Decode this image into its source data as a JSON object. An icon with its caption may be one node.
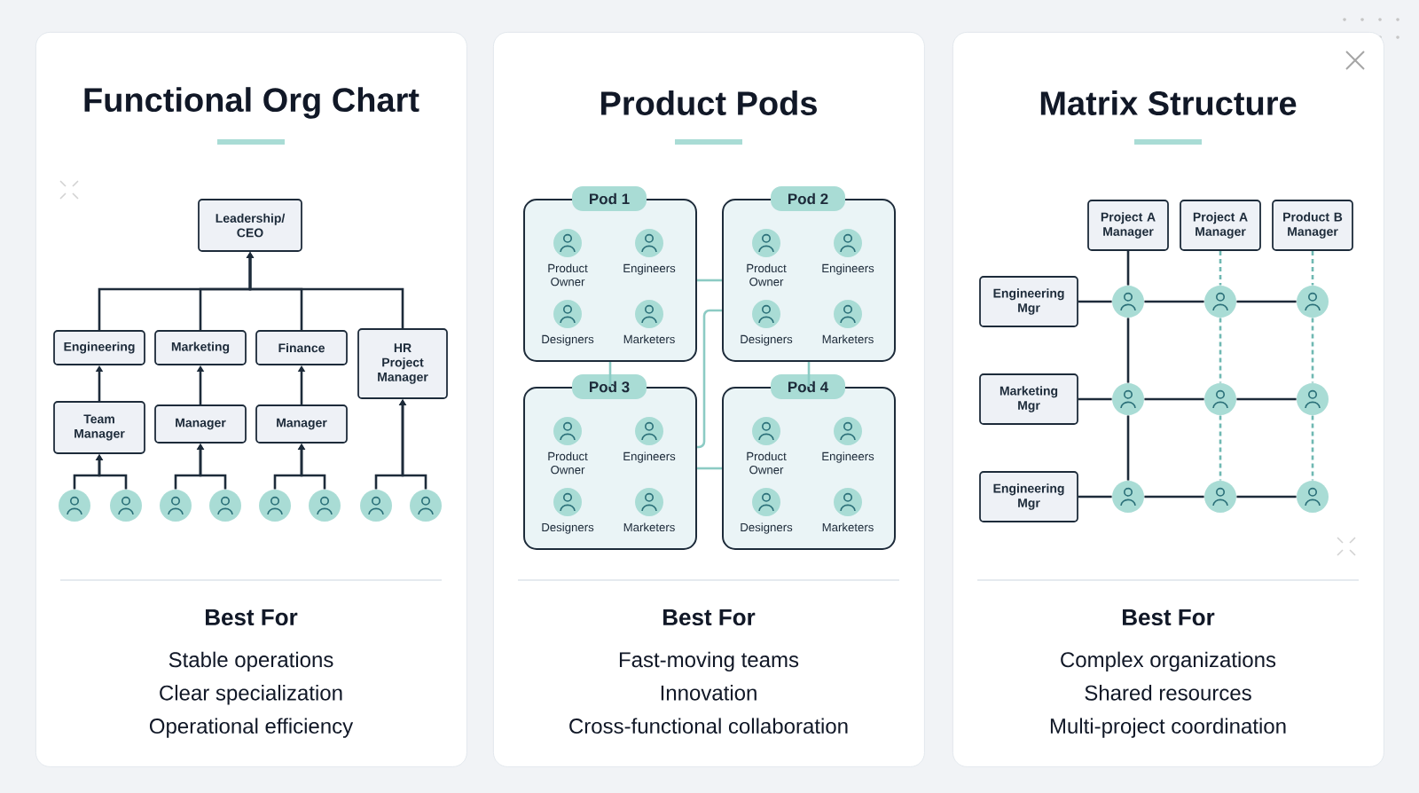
{
  "diagram": {
    "nodes": [
      {
        "text": [
          "Functional Org Chart",
          "Best For",
          "Stable operations",
          "Clear specialization",
          "Operational efficiency"
        ]
      },
      {
        "text": [
          "Leadership/ CEO"
        ],
        "in": 0
      },
      {
        "text": [
          "Engineering"
        ],
        "in": 0
      },
      {
        "text": [
          "Marketing"
        ],
        "in": 0
      },
      {
        "text": [
          "Finance"
        ],
        "in": 0
      },
      {
        "text": [
          "HR Project Manager"
        ],
        "in": 0
      },
      {
        "text": [
          "Team Manager"
        ],
        "in": 0
      },
      {
        "text": [
          "Manager"
        ],
        "in": 0
      },
      {
        "text": [
          "Manager"
        ],
        "in": 0
      },
      {
        "text": [],
        "shape": "person",
        "in": 0
      },
      {
        "text": [],
        "shape": "person",
        "in": 0
      },
      {
        "text": [],
        "shape": "person",
        "in": 0
      },
      {
        "text": [],
        "shape": "person",
        "in": 0
      },
      {
        "text": [],
        "shape": "person",
        "in": 0
      },
      {
        "text": [],
        "shape": "person",
        "in": 0
      },
      {
        "text": [],
        "shape": "person",
        "in": 0
      },
      {
        "text": [],
        "shape": "person",
        "in": 0
      },
      {
        "text": [
          "Product Pods",
          "Best For",
          "Fast-moving teams",
          "Innovation",
          "Cross-functional collaboration"
        ]
      },
      {
        "text": [
          "Pod 1"
        ],
        "in": 17
      },
      {
        "text": [
          "Product Owner"
        ],
        "in": 18
      },
      {
        "text": [
          "Engineers"
        ],
        "in": 18
      },
      {
        "text": [
          "Designers"
        ],
        "in": 18
      },
      {
        "text": [
          "Marketers"
        ],
        "in": 18
      },
      {
        "text": [
          "Pod 2"
        ],
        "in": 17
      },
      {
        "text": [
          "Product Owner"
        ],
        "in": 23
      },
      {
        "text": [
          "Engineers"
        ],
        "in": 23
      },
      {
        "text": [
          "Designers"
        ],
        "in": 23
      },
      {
        "text": [
          "Marketers"
        ],
        "in": 23
      },
      {
        "text": [
          "Pod 3"
        ],
        "in": 17
      },
      {
        "text": [
          "Product Owner"
        ],
        "in": 28
      },
      {
        "text": [
          "Engineers"
        ],
        "in": 28
      },
      {
        "text": [
          "Designers"
        ],
        "in": 28
      },
      {
        "text": [
          "Marketers"
        ],
        "in": 28
      },
      {
        "text": [
          "Pod 4"
        ],
        "in": 17
      },
      {
        "text": [
          "Product Owner"
        ],
        "in": 33
      },
      {
        "text": [
          "Engineers"
        ],
        "in": 33
      },
      {
        "text": [
          "Designers"
        ],
        "in": 33
      },
      {
        "text": [
          "Marketers"
        ],
        "in": 33
      },
      {
        "text": [
          "Matrix Structure",
          "Best For",
          "Complex organizations",
          "Shared resources",
          "Multi-project coordination"
        ]
      },
      {
        "text": [
          "Project A Manager"
        ],
        "in": 38
      },
      {
        "text": [
          "Project A Manager"
        ],
        "in": 38
      },
      {
        "text": [
          "Product B Manager"
        ],
        "in": 38
      },
      {
        "text": [
          "Engineering Mgr"
        ],
        "in": 38
      },
      {
        "text": [
          "Marketing Mgr"
        ],
        "in": 38
      },
      {
        "text": [
          "Engineering Mgr"
        ],
        "in": 38
      },
      {
        "text": [],
        "shape": "person",
        "in": 38
      },
      {
        "text": [],
        "shape": "person",
        "in": 38
      },
      {
        "text": [],
        "shape": "person",
        "in": 38
      },
      {
        "text": [],
        "shape": "person",
        "in": 38
      },
      {
        "text": [],
        "shape": "person",
        "in": 38
      },
      {
        "text": [],
        "shape": "person",
        "in": 38
      },
      {
        "text": [],
        "shape": "person",
        "in": 38
      },
      {
        "text": [],
        "shape": "person",
        "in": 38
      },
      {
        "text": [],
        "shape": "person",
        "in": 38
      }
    ],
    "edges": [
      {
        "from": 2,
        "to": 1,
        "arrow": "to"
      },
      {
        "from": 3,
        "to": 1,
        "arrow": "to"
      },
      {
        "from": 4,
        "to": 1,
        "arrow": "to"
      },
      {
        "from": 5,
        "to": 1,
        "arrow": "to"
      },
      {
        "from": 6,
        "to": 2,
        "arrow": "to"
      },
      {
        "from": 7,
        "to": 3,
        "arrow": "to"
      },
      {
        "from": 8,
        "to": 4,
        "arrow": "to"
      },
      {
        "from": 9,
        "to": 6,
        "arrow": "to"
      },
      {
        "from": 10,
        "to": 6,
        "arrow": "to"
      },
      {
        "from": 11,
        "to": 7,
        "arrow": "to"
      },
      {
        "from": 12,
        "to": 7,
        "arrow": "to"
      },
      {
        "from": 13,
        "to": 8,
        "arrow": "to"
      },
      {
        "from": 14,
        "to": 8,
        "arrow": "to"
      },
      {
        "from": 15,
        "to": 5,
        "arrow": "to"
      },
      {
        "from": 16,
        "to": 5,
        "arrow": "to"
      },
      {
        "from": 18,
        "to": 23,
        "arrow": "none",
        "color": "#8ccbc4"
      },
      {
        "from": 18,
        "to": 28,
        "arrow": "none",
        "color": "#8ccbc4"
      },
      {
        "from": 23,
        "to": 33,
        "arrow": "none",
        "color": "#8ccbc4"
      },
      {
        "from": 28,
        "to": 33,
        "arrow": "none",
        "color": "#8ccbc4"
      },
      {
        "from": 28,
        "to": 23,
        "arrow": "none",
        "color": "#8ccbc4"
      },
      {
        "from": 39,
        "to": 45,
        "arrow": "none"
      },
      {
        "from": 45,
        "to": 48,
        "arrow": "none"
      },
      {
        "from": 48,
        "to": 51,
        "arrow": "none"
      },
      {
        "from": 40,
        "to": 46,
        "arrow": "none",
        "style": "dashed",
        "color": "#6fb8b2"
      },
      {
        "from": 46,
        "to": 49,
        "arrow": "none",
        "style": "dashed",
        "color": "#6fb8b2"
      },
      {
        "from": 49,
        "to": 52,
        "arrow": "none",
        "style": "dashed",
        "color": "#6fb8b2"
      },
      {
        "from": 41,
        "to": 47,
        "arrow": "none",
        "style": "dashed",
        "color": "#6fb8b2"
      },
      {
        "from": 47,
        "to": 50,
        "arrow": "none",
        "style": "dashed",
        "color": "#6fb8b2"
      },
      {
        "from": 50,
        "to": 53,
        "arrow": "none",
        "style": "dashed",
        "color": "#6fb8b2"
      },
      {
        "from": 42,
        "to": 45,
        "arrow": "none"
      },
      {
        "from": 45,
        "to": 46,
        "arrow": "none"
      },
      {
        "from": 46,
        "to": 47,
        "arrow": "none"
      },
      {
        "from": 43,
        "to": 48,
        "arrow": "none"
      },
      {
        "from": 48,
        "to": 49,
        "arrow": "none"
      },
      {
        "from": 49,
        "to": 50,
        "arrow": "none"
      },
      {
        "from": 44,
        "to": 51,
        "arrow": "none"
      },
      {
        "from": 51,
        "to": 52,
        "arrow": "none"
      },
      {
        "from": 52,
        "to": 53,
        "arrow": "none"
      }
    ]
  }
}
